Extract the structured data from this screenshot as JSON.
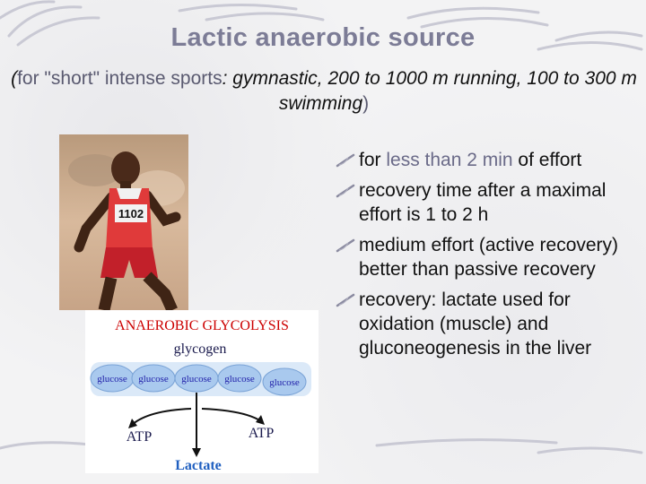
{
  "slide": {
    "title": "Lactic anaerobic source",
    "subtitle": {
      "open": "(",
      "highlight": "for \"short\" intense sports",
      "rest": ": gymnastic, 200 to 1000 m running, 100 to 300 m swimming",
      "close": ")"
    },
    "bullets": [
      {
        "before": "for ",
        "accent": "less than 2 min",
        "after": " of effort"
      },
      {
        "before": "recovery time after a maximal effort is 1 to 2 h",
        "accent": "",
        "after": ""
      },
      {
        "before": "medium effort (active recovery) better than passive recovery",
        "accent": "",
        "after": ""
      },
      {
        "before": "recovery: lactate used for oxidation (muscle) and gluconeogenesis in the liver",
        "accent": "",
        "after": ""
      }
    ],
    "photo": {
      "bib_number": "1102"
    },
    "diagram": {
      "title": "ANAEROBIC GLYCOLYSIS",
      "top": "glycogen",
      "glucose": [
        "glucose",
        "glucose",
        "glucose",
        "glucose",
        "glucose"
      ],
      "left_product": "ATP",
      "right_product": "ATP",
      "bottom": "Lactate"
    }
  },
  "colors": {
    "title": "#7c7c96",
    "diagram_title": "#cc0000",
    "diagram_dark": "#1a1a4d",
    "glucose_text": "#2222aa",
    "glucose_fill": "#a9c9ee",
    "lactate": "#1f5fc0"
  }
}
